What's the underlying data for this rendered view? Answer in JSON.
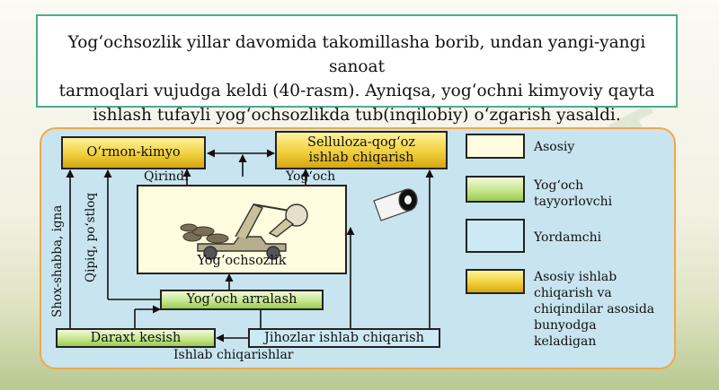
{
  "caption": {
    "line1": "Yog‘ochsozlik yillar davomida takomillasha borib, undan yangi-yangi sanoat",
    "line2": "tarmoqlari vujudga keldi  (40-rasm). Ayniqsa, yog‘ochni kimyoviy qayta",
    "line3": "ishlash tufayli yog‘ochsozlikda tub(inqilobiy) o‘zgarish yasaldi."
  },
  "watermark": "SOFT",
  "diagram": {
    "ormon_kimyo": "O‘rmon-kimyo",
    "selluloza_line1": "Selluloza-qog‘oz",
    "selluloza_line2": "ishlab chiqarish",
    "qirindi": "Qirindi",
    "yogoch": "Yog‘och",
    "yogochsozlik": "Yog‘ochsozlik",
    "yogoch_arralash": "Yog‘och arralash",
    "daraxt_kesish": "Daraxt kesish",
    "jihozlar": "Jihozlar ishlab chiqarish",
    "ishlab_chiqarishlar": "Ishlab chiqarishlar",
    "shox_shabba": "Shox-shabba, igna",
    "qipiq": "Qipiq, po‘stloq"
  },
  "legend": {
    "asosiy": "Asosiy",
    "tayyorlovchi_line1": "Yog‘och",
    "tayyorlovchi_line2": "tayyorlovchi",
    "yordamchi": "Yordamchi",
    "chiqindi_line1": "Asosiy ishlab",
    "chiqindi_line2": "chiqarish va",
    "chiqindi_line3": "chiqindilar asosida",
    "chiqindi_line4": "bunyodga",
    "chiqindi_line5": "keladigan"
  },
  "colors": {
    "panel_bg": "#c8e4ef",
    "panel_border": "#f0a84a",
    "caption_border": "#4cab8f",
    "yellow": "#f1cf3c",
    "green": "#c6e68c",
    "cream": "#fffce0",
    "blue": "#cdeaf4"
  }
}
